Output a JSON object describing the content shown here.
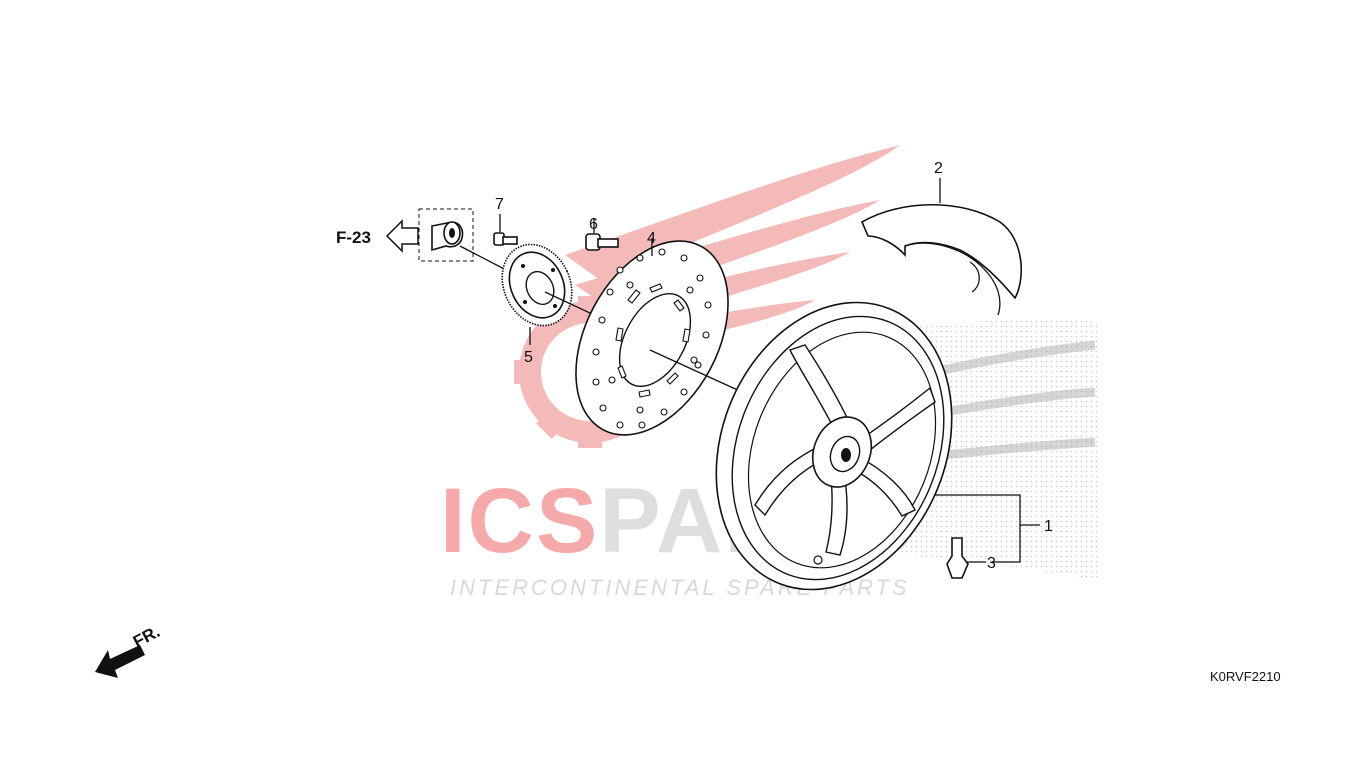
{
  "diagram": {
    "drawing_code": "K0RVF2210",
    "reference": "F-23",
    "front_marker": "FR.",
    "watermark": {
      "brand_c1": "ICS",
      "brand_c2": "PARTS",
      "tagline_a": "INTERC",
      "tagline_b": "ONTINENTAL  SPARE PARTS",
      "accent_color": "#e8423f",
      "gray_color": "#c9c9c9"
    },
    "callouts": [
      {
        "number": "1"
      },
      {
        "number": "2"
      },
      {
        "number": "3"
      },
      {
        "number": "4"
      },
      {
        "number": "5"
      },
      {
        "number": "6"
      },
      {
        "number": "7"
      }
    ]
  }
}
